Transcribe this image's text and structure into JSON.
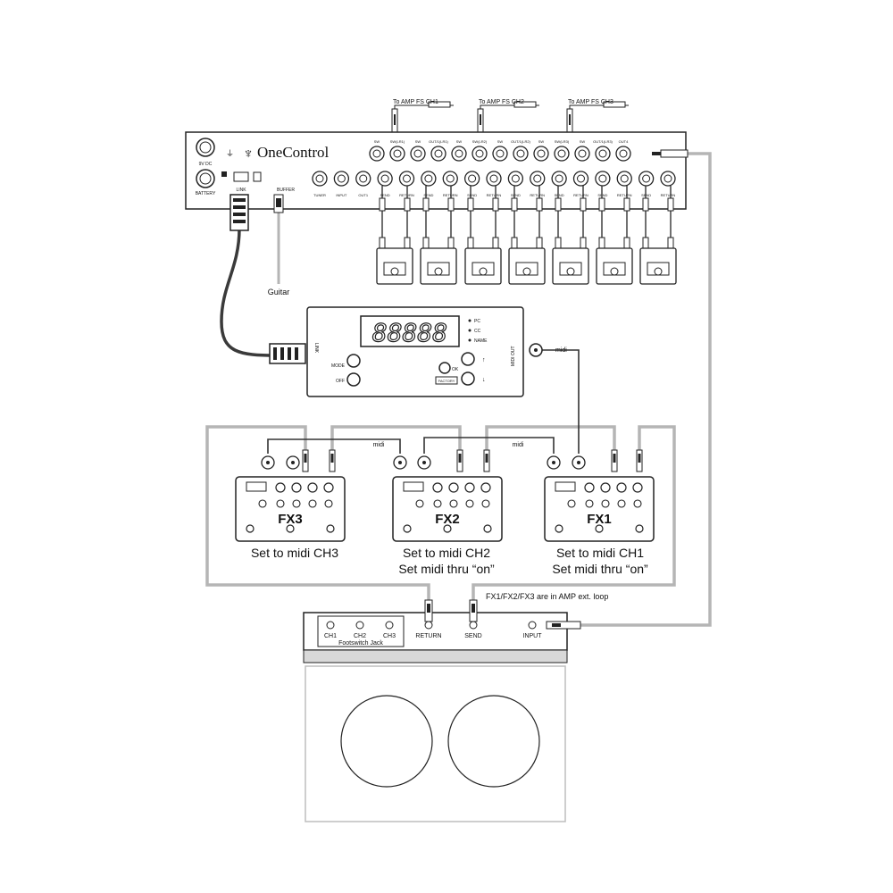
{
  "brand": {
    "name": "OneControl"
  },
  "rack": {
    "top_jack_labels": [
      "SW",
      "SW(LR1)",
      "SW",
      "OUT/1(LR1)",
      "SW",
      "SW(LR2)",
      "SW",
      "OUT/1(LR2)",
      "SW",
      "SW(LR3)",
      "SW",
      "OUT/1(LR3)",
      "OUT4"
    ],
    "bottom_jack_labels": [
      "TUNER",
      "INPUT",
      "OUT1",
      "SEND",
      "RETURN",
      "SEND",
      "RETURN",
      "SEND",
      "RETURN",
      "SEND",
      "RETURN",
      "SEND",
      "RETURN",
      "SEND",
      "RETURN",
      "SEND",
      "RETURN"
    ],
    "left_labels": {
      "power": "9V DC",
      "battery": "BATTERY",
      "link": "LINK",
      "buffer": "BUFFER"
    }
  },
  "amp_switch_labels": [
    "To AMP FS CH1",
    "To AMP FS CH2",
    "To AMP FS CH3"
  ],
  "guitar_label": "Guitar",
  "controller": {
    "display": "88888",
    "indicators": [
      "PC",
      "CC",
      "NAME"
    ],
    "mode_label": "MODE",
    "off_label": "OFF",
    "ok_label": "OK",
    "factory_label": "FACTORY",
    "link_label": "LINK",
    "midi_out_label": "MIDI OUT",
    "up_arrow": "↑",
    "down_arrow": "↓"
  },
  "midi_labels": [
    "midi",
    "midi",
    "midi"
  ],
  "fx_units": [
    {
      "name": "FX3",
      "note1": "Set to midi CH3",
      "note2": ""
    },
    {
      "name": "FX2",
      "note1": "Set to midi CH2",
      "note2": "Set midi thru “on”"
    },
    {
      "name": "FX1",
      "note1": "Set to midi CH1",
      "note2": "Set midi thru “on”"
    }
  ],
  "loop_note": "FX1/FX2/FX3 are in AMP ext. loop",
  "amp": {
    "ch_labels": [
      "CH1",
      "CH2",
      "CH3"
    ],
    "footswitch_label": "Footswitch Jack",
    "return_label": "RETURN",
    "send_label": "SEND",
    "input_label": "INPUT"
  }
}
